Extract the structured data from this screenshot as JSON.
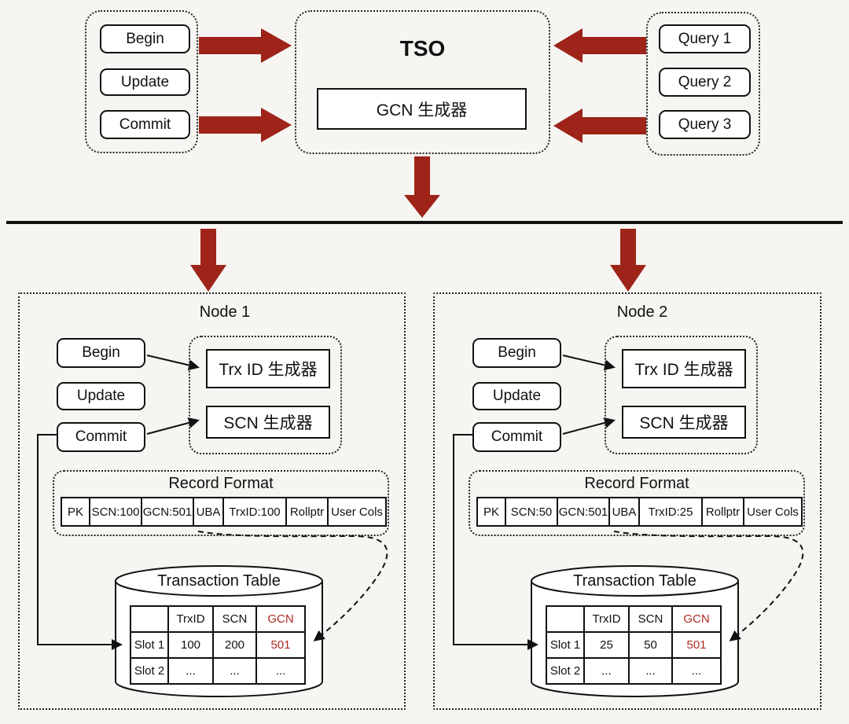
{
  "colors": {
    "arrow_red": "#9e2419",
    "highlight_red": "#b02a20",
    "line_black": "#111111"
  },
  "top": {
    "client_group": {
      "items": [
        "Begin",
        "Update",
        "Commit"
      ]
    },
    "tso": {
      "title": "TSO",
      "generator": "GCN 生成器"
    },
    "query_group": {
      "items": [
        "Query 1",
        "Query 2",
        "Query 3"
      ]
    }
  },
  "nodes": [
    {
      "title": "Node 1",
      "actions": [
        "Begin",
        "Update",
        "Commit"
      ],
      "generators": [
        "Trx ID 生成器",
        "SCN 生成器"
      ],
      "record_format": {
        "title": "Record Format",
        "cells": [
          "PK",
          "SCN:100",
          "GCN:501",
          "UBA",
          "TrxID:100",
          "Rollptr",
          "User Cols"
        ]
      },
      "transaction_table": {
        "title": "Transaction Table",
        "headers": [
          "",
          "TrxID",
          "SCN",
          "GCN"
        ],
        "rows": [
          [
            "Slot 1",
            "100",
            "200",
            "501"
          ],
          [
            "Slot 2",
            "...",
            "...",
            "..."
          ]
        ]
      }
    },
    {
      "title": "Node 2",
      "actions": [
        "Begin",
        "Update",
        "Commit"
      ],
      "generators": [
        "Trx ID 生成器",
        "SCN 生成器"
      ],
      "record_format": {
        "title": "Record Format",
        "cells": [
          "PK",
          "SCN:50",
          "GCN:501",
          "UBA",
          "TrxID:25",
          "Rollptr",
          "User Cols"
        ]
      },
      "transaction_table": {
        "title": "Transaction Table",
        "headers": [
          "",
          "TrxID",
          "SCN",
          "GCN"
        ],
        "rows": [
          [
            "Slot 1",
            "25",
            "50",
            "501"
          ],
          [
            "Slot 2",
            "...",
            "...",
            "..."
          ]
        ]
      }
    }
  ]
}
